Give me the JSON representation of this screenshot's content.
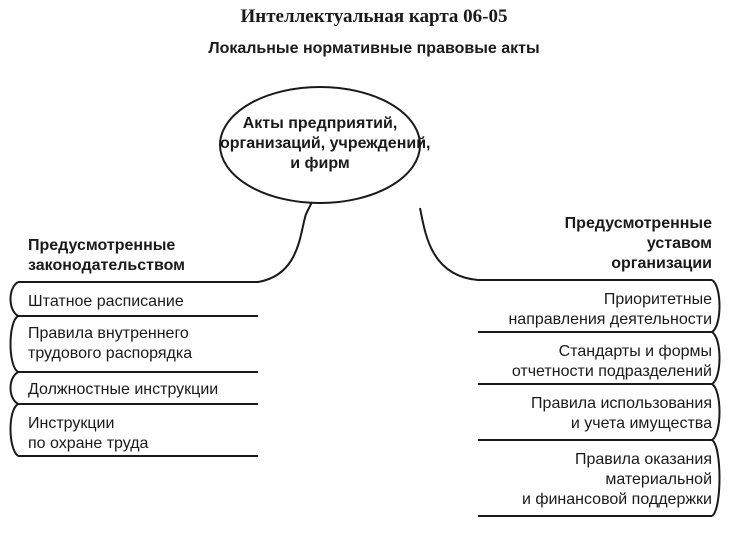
{
  "header": {
    "map_title": "Интеллектуальная карта 06-05",
    "title": "Локальные нормативные правовые акты"
  },
  "center_node": {
    "lines": [
      "Акты предприятий,",
      "организаций, учреждений,",
      "и фирм"
    ]
  },
  "left_branch": {
    "heading": [
      "Предусмотренные",
      "законодательством"
    ],
    "items": [
      {
        "lines": [
          "Штатное расписание"
        ]
      },
      {
        "lines": [
          "Правила внутреннего",
          "трудового распорядка"
        ]
      },
      {
        "lines": [
          "Должностные инструкции"
        ]
      },
      {
        "lines": [
          "Инструкции",
          "по охране труда"
        ]
      }
    ]
  },
  "right_branch": {
    "heading": [
      "Предусмотренные",
      "уставом",
      "организации"
    ],
    "items": [
      {
        "lines": [
          "Приоритетные",
          "направления деятельности"
        ]
      },
      {
        "lines": [
          "Стандарты и формы",
          "отчетности подразделений"
        ]
      },
      {
        "lines": [
          "Правила использования",
          "и учета имущества"
        ]
      },
      {
        "lines": [
          "Правила оказания",
          "материальной",
          "и финансовой поддержки"
        ]
      }
    ]
  },
  "colors": {
    "stroke": "#1a1a1a",
    "text": "#1a1a1a",
    "background": "#ffffff"
  }
}
